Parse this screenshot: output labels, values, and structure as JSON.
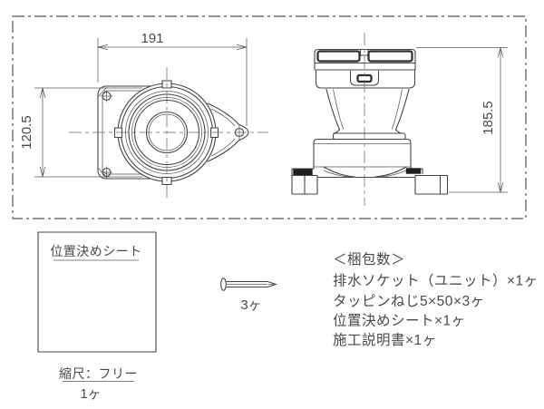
{
  "colors": {
    "line": "#454545",
    "dark_fill": "#1f1f1f",
    "text": "#4a4a4a",
    "background": "#ffffff"
  },
  "dimensions": {
    "top_view_width": "191",
    "top_view_height": "120.5",
    "side_view_height": "185.5"
  },
  "positioning_sheet": {
    "label": "位置決めシート",
    "scale_note": "縮尺：フリー",
    "count": "1ヶ"
  },
  "screws": {
    "count": "3ヶ"
  },
  "packing_list": {
    "title": "＜梱包数＞",
    "items": [
      "排水ソケット（ユニット）×1ヶ",
      "タッピンねじ5×50×3ヶ",
      "位置決めシート×1ヶ",
      "施工説明書×1ヶ"
    ]
  }
}
